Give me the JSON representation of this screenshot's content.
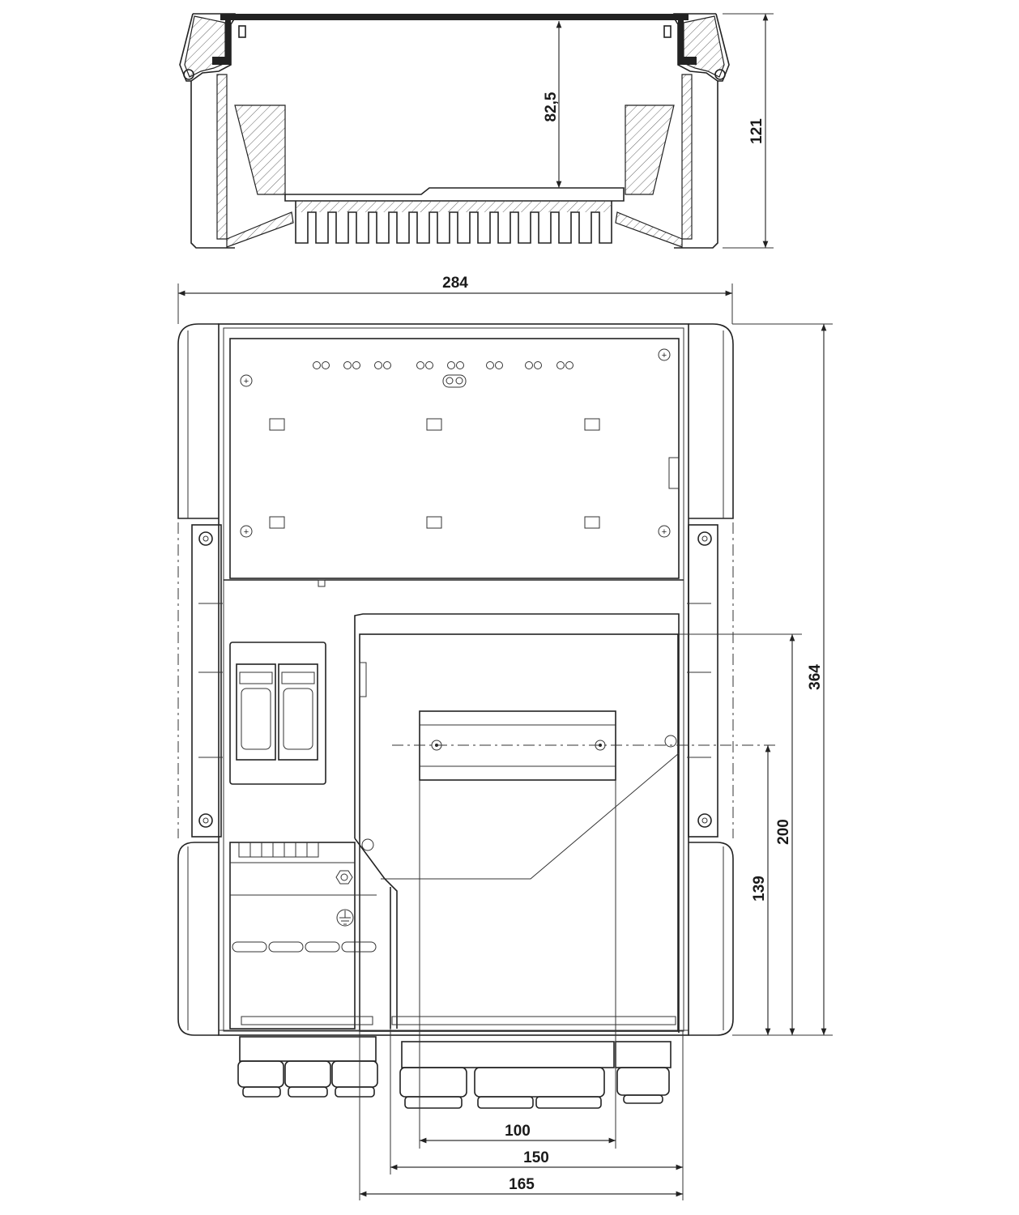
{
  "drawing": {
    "title": "Enclosure dimension drawing",
    "views": [
      "section-view-top",
      "front-view"
    ],
    "dimensions": {
      "inner_depth": "82,5",
      "total_height_side": "121",
      "overall_width": "284",
      "overall_height": "364",
      "rail_height_200": "200",
      "rail_height_139": "139",
      "width_100": "100",
      "width_150": "150",
      "width_165": "165"
    },
    "colors": {
      "line": "#222222",
      "background": "#ffffff"
    }
  }
}
